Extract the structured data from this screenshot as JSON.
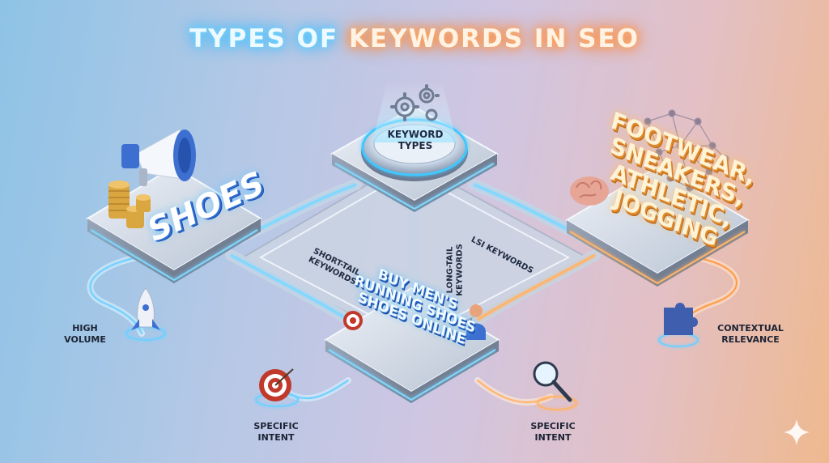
{
  "title": {
    "part1": "TYPES OF ",
    "part2": "KEYWORDS IN SEO"
  },
  "center": {
    "label_line1": "KEYWORD",
    "label_line2": "TYPES"
  },
  "platforms": {
    "short_tail": {
      "label": "SHOES"
    },
    "lsi": {
      "line1": "FOOTWEAR,",
      "line2": "SNEAKERS,",
      "line3": "ATHLETIC,",
      "line4": "JOGGING"
    },
    "long_tail": {
      "line1": "BUY MEN'S",
      "line2": "RUNNING SHOES",
      "line3": "SHOES ONLINE"
    }
  },
  "paths": {
    "short_tail": {
      "line1": "SHORT-TAIL",
      "line2": "KEYWORDS"
    },
    "long_tail": {
      "line1": "LONG-TAIL",
      "line2": "KEYWORDS"
    },
    "lsi": {
      "line1": "LSI KEYWORDS"
    }
  },
  "characteristics": {
    "high_volume": {
      "line1": "HIGH",
      "line2": "VOLUME"
    },
    "specific_intent_left": {
      "line1": "SPECIFIC",
      "line2": "INTENT"
    },
    "specific_intent_right": {
      "line1": "SPECIFIC",
      "line2": "INTENT"
    },
    "contextual_relevance": {
      "line1": "CONTEXTUAL",
      "line2": "RELEVANCE"
    }
  },
  "colors": {
    "glow_blue": "#3cc2ff",
    "glow_orange": "#ff8a3c",
    "platform_top": "#d9e1ec",
    "platform_side": "#8a97ab"
  },
  "icons": [
    "gears-icon",
    "megaphone-icon",
    "coins-icon",
    "rocket-icon",
    "target-icon",
    "person-icon",
    "brain-icon",
    "network-icon",
    "puzzle-icon",
    "magnifier-icon",
    "sparkle-icon"
  ]
}
